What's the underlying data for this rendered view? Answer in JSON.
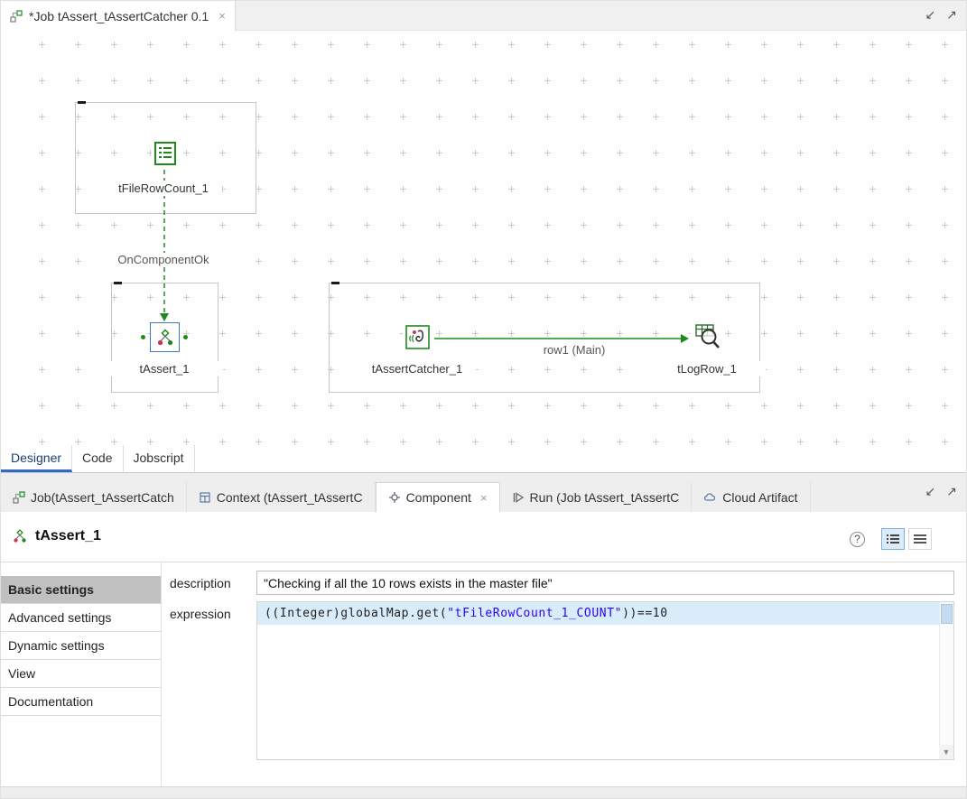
{
  "window": {
    "editor_tab_title": "*Job tAssert_tAssertCatcher 0.1"
  },
  "icons": {
    "close": "×",
    "help": "?",
    "minimize": "↙",
    "maximize": "↗",
    "scroll_down": "▼"
  },
  "canvas": {
    "components": [
      {
        "label": "tFileRowCount_1"
      },
      {
        "label": "tAssert_1"
      },
      {
        "label": "tAssertCatcher_1"
      },
      {
        "label": "tLogRow_1"
      }
    ],
    "connections": [
      {
        "label": "OnComponentOk",
        "type": "trigger-dashed"
      },
      {
        "label": "row1 (Main)",
        "type": "main-flow"
      }
    ]
  },
  "view_tabs": [
    {
      "label": "Designer",
      "active": true
    },
    {
      "label": "Code",
      "active": false
    },
    {
      "label": "Jobscript",
      "active": false
    }
  ],
  "property_tabs": [
    {
      "label": "Job(tAssert_tAssertCatch",
      "active": false
    },
    {
      "label": "Context (tAssert_tAssertC",
      "active": false
    },
    {
      "label": "Component",
      "active": true
    },
    {
      "label": "Run (Job tAssert_tAssertC",
      "active": false
    },
    {
      "label": "Cloud Artifact",
      "active": false
    }
  ],
  "component_panel": {
    "title": "tAssert_1",
    "nav": [
      {
        "label": "Basic settings",
        "active": true
      },
      {
        "label": "Advanced settings",
        "active": false
      },
      {
        "label": "Dynamic settings",
        "active": false
      },
      {
        "label": "View",
        "active": false
      },
      {
        "label": "Documentation",
        "active": false
      }
    ],
    "fields": {
      "description_label": "description",
      "description_value": "\"Checking if all the 10 rows exists in the master file\"",
      "expression_label": "expression",
      "expression_pre": "((Integer)globalMap.get(",
      "expression_string": "\"tFileRowCount_1_COUNT\"",
      "expression_post": "))==10"
    }
  },
  "colors": {
    "talend_green": "#1e8a1e",
    "selection_blue": "#3c77c8",
    "string_blue": "#2a00ff",
    "line_highlight": "#d9ecf9",
    "active_nav_gray": "#c0c0c0"
  }
}
